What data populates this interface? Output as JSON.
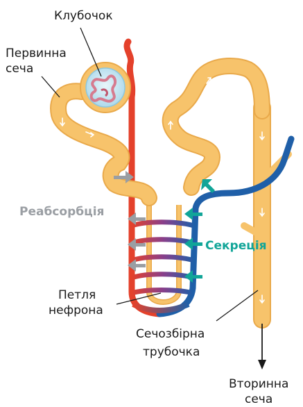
{
  "labels": {
    "glomerulus": "Клубочок",
    "primary_urine_1": "Первинна",
    "primary_urine_2": "сеча",
    "reabsorption": "Реабсорбція",
    "secretion": "Секреція",
    "loop_1": "Петля",
    "loop_2": "нефрона",
    "duct_1": "Сечозбірна",
    "duct_2": "трубочка",
    "secondary_urine_1": "Вторинна",
    "secondary_urine_2": "сеча"
  },
  "colors": {
    "tubule": "#f7c36b",
    "tubule_edge": "#e9a94a",
    "artery": "#e4412b",
    "vein": "#1f5fa8",
    "reabsorption_arrow": "#9a9ea3",
    "secretion_arrow": "#11a598",
    "glomerulus_capsule": "#bfe3f0",
    "glomerulus_vessel": "#d67b8f"
  },
  "icons": {
    "reabsorption": "arrow-left-icon",
    "secretion": "arrow-left-icon",
    "flow": "arrow-down-icon"
  }
}
